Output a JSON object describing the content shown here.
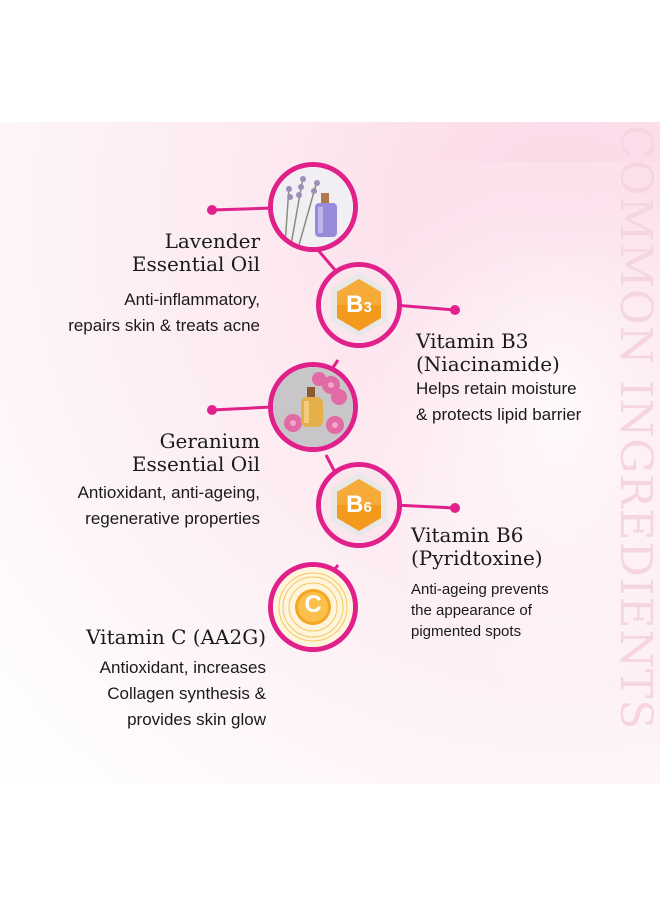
{
  "vertical_title": "COMMON INGREDIENTS",
  "ingredients": {
    "lavender": {
      "title_line1": "Lavender",
      "title_line2": "Essential Oil",
      "desc_line1": "Anti-inflammatory,",
      "desc_line2": "repairs skin & treats acne"
    },
    "b3": {
      "badge": "B",
      "badge_sub": "3",
      "title_line1": "Vitamin B3",
      "title_line2": "(Niacinamide)",
      "desc_line1": "Helps retain moisture",
      "desc_line2": "& protects lipid barrier"
    },
    "geranium": {
      "title_line1": "Geranium",
      "title_line2": "Essential Oil",
      "desc_line1": "Antioxidant, anti-ageing,",
      "desc_line2": "regenerative properties"
    },
    "b6": {
      "badge": "B",
      "badge_sub": "6",
      "title_line1": "Vitamin B6",
      "title_line2": "(Pyridtoxine)",
      "desc_line1": "Anti-ageing prevents",
      "desc_line2": "the appearance of",
      "desc_line3": "pigmented spots"
    },
    "vitc": {
      "badge": "C",
      "title_line1": "Vitamin C (AA2G)",
      "desc_line1": "Antioxidant, increases",
      "desc_line2": "Collagen synthesis &",
      "desc_line3": "provides skin glow"
    }
  },
  "colors": {
    "accent": "#e1218b",
    "badge_orange": "#f39a1c",
    "vertical_text": "#f6d6de"
  }
}
